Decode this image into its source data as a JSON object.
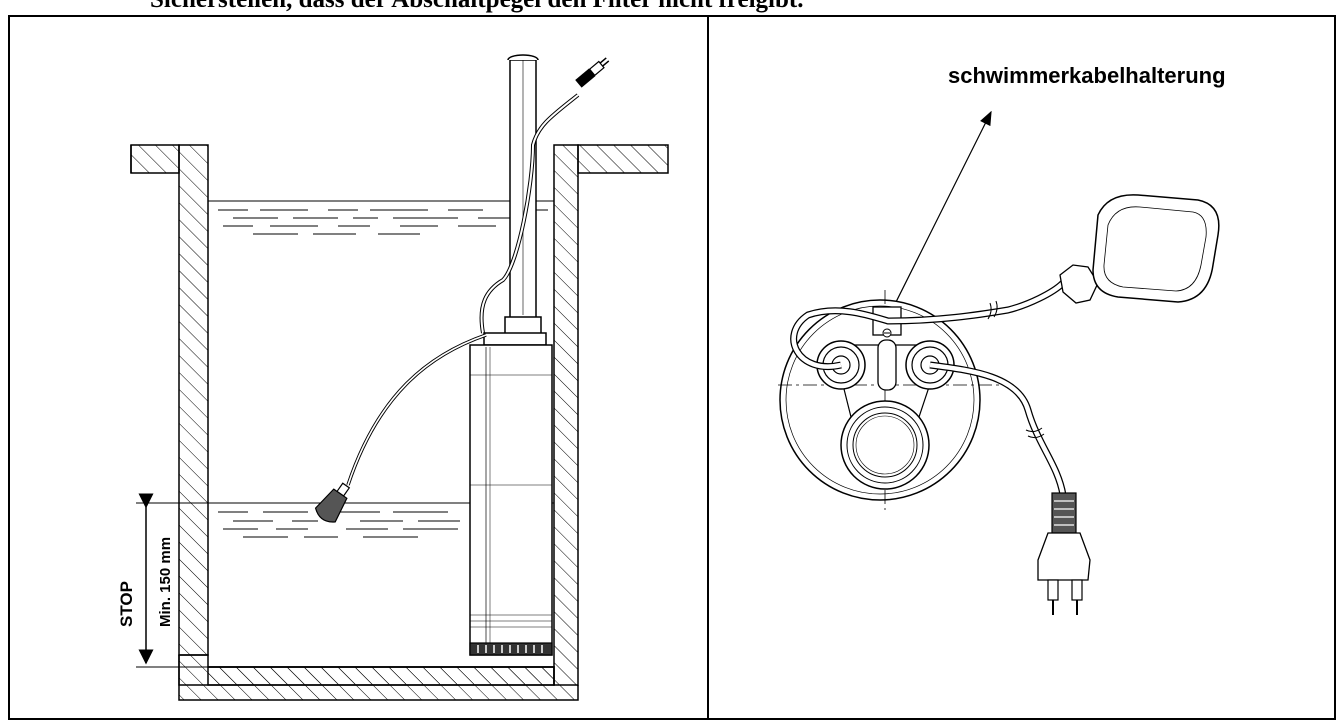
{
  "heading": "Sicherstellen, dass der Abschaltpegel den Filter nicht freigibt.",
  "left_panel": {
    "stop_label": "STOP",
    "min_label": "Min. 150 mm"
  },
  "right_panel": {
    "callout_label": "schwimmerkabelhalterung"
  }
}
